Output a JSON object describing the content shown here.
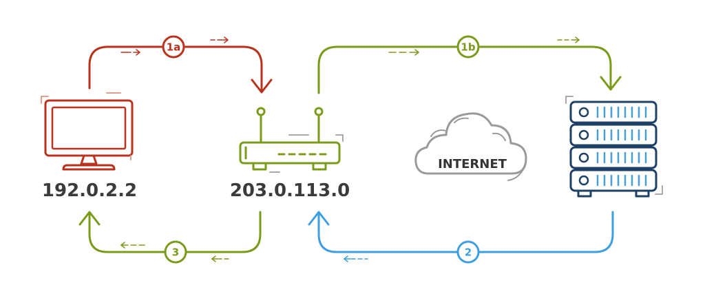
{
  "nodes": {
    "client": {
      "ip": "192.0.2.2"
    },
    "router": {
      "ip": "203.0.113.0"
    },
    "internet": {
      "label": "INTERNET"
    }
  },
  "steps": {
    "s1a": {
      "label": "1a"
    },
    "s1b": {
      "label": "1b"
    },
    "s2": {
      "label": "2"
    },
    "s3": {
      "label": "3"
    }
  },
  "colors": {
    "client_red": "#b8321e",
    "router_green": "#7a9a1a",
    "server_navy": "#1e3f66",
    "server_accent": "#4a9fd6",
    "response_blue": "#3d9ee0",
    "gray": "#9a9a9a"
  }
}
